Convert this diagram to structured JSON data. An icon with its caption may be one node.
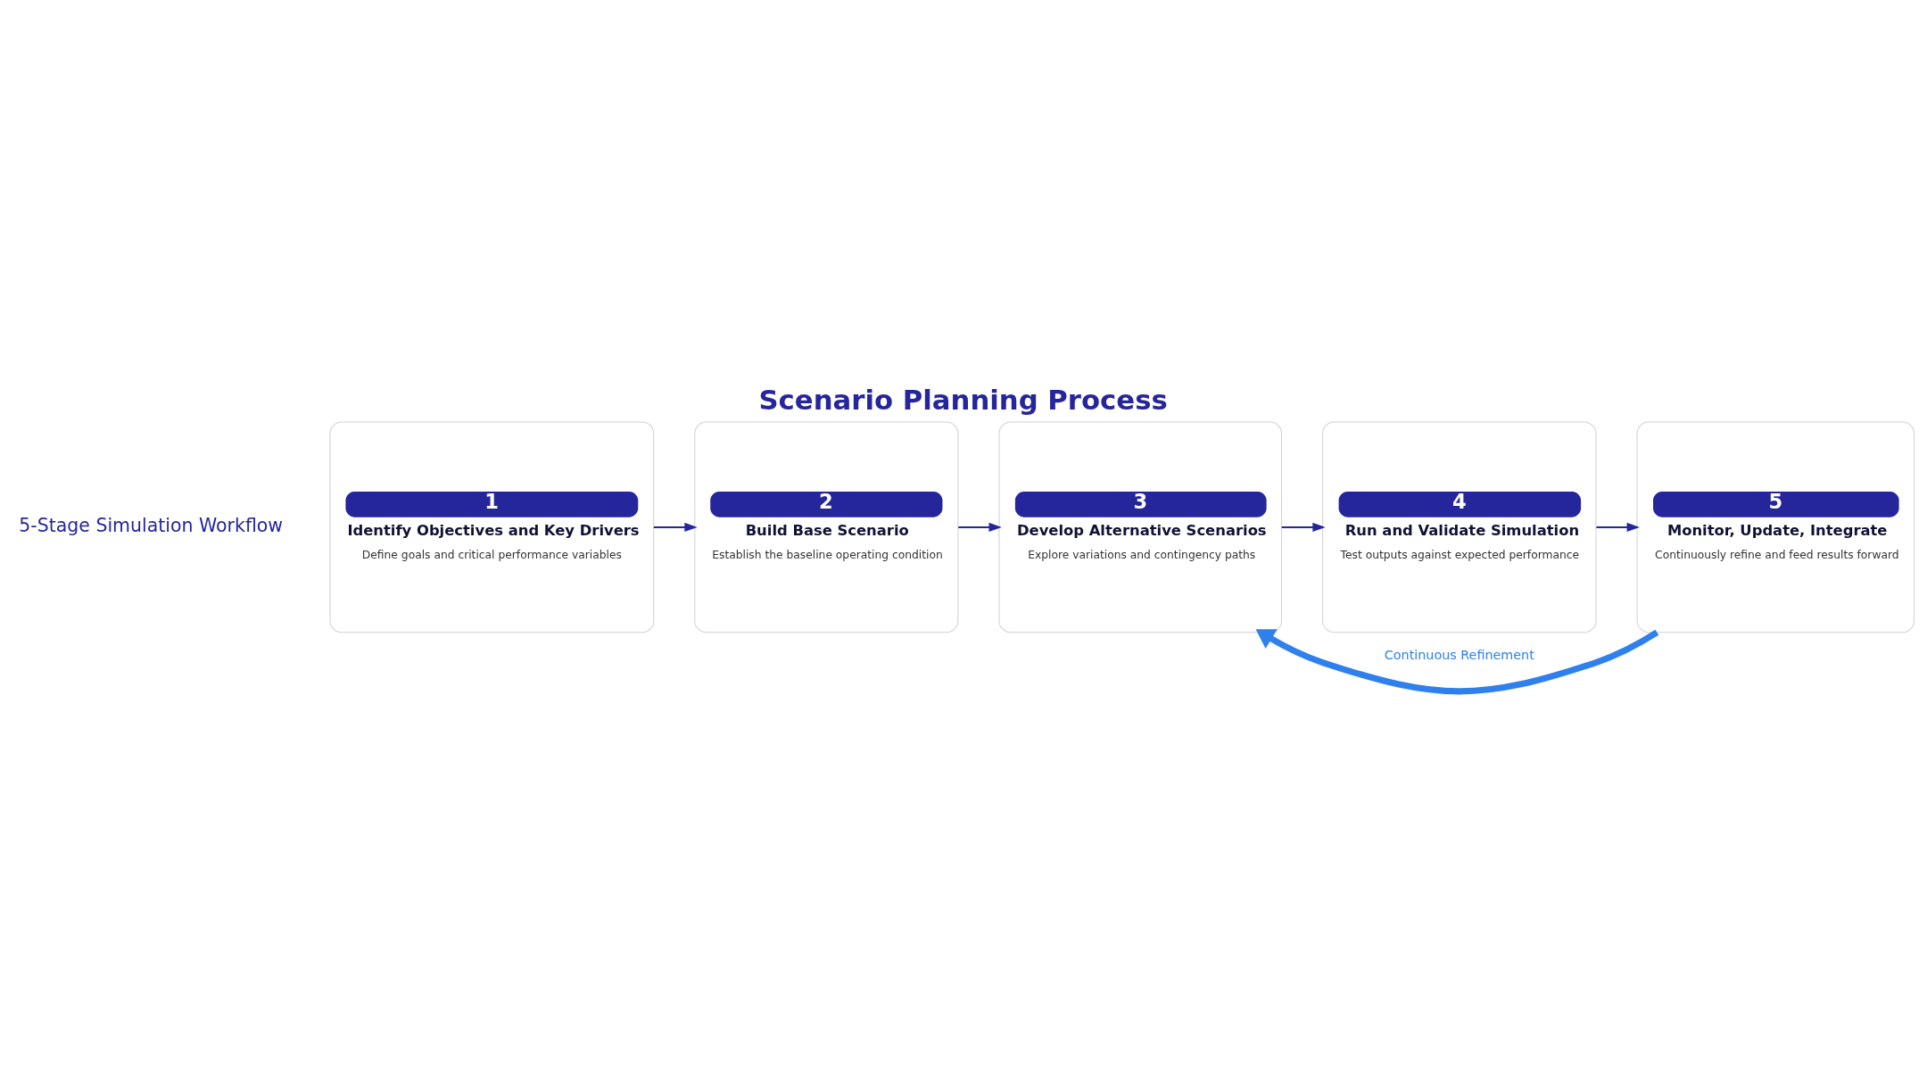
{
  "diagram": {
    "title": "Scenario Planning Process",
    "nodes": [
      {
        "text": [
          "1",
          "Identify Objectives and Key Drivers",
          "Define goals and critical performance variables"
        ]
      },
      {
        "text": [
          "2",
          "Build Base Scenario",
          "Establish the baseline operating condition"
        ]
      },
      {
        "text": [
          "3",
          "Develop Alternative Scenarios",
          "Explore variations and contingency paths"
        ]
      },
      {
        "text": [
          "4",
          "Run and Validate Simulation",
          "Test outputs against expected performance"
        ]
      },
      {
        "text": [
          "5",
          "Monitor, Update, Integrate",
          "Continuously refine and feed results forward"
        ]
      }
    ],
    "edges": [
      {
        "from": 0,
        "to": 1,
        "arrow": "to"
      },
      {
        "from": 1,
        "to": 2,
        "arrow": "to"
      },
      {
        "from": 2,
        "to": 3,
        "arrow": "to"
      },
      {
        "from": 3,
        "to": 4,
        "arrow": "to"
      },
      {
        "from": 4,
        "to": 2,
        "arrow": "to",
        "label": "Continuous Refinement",
        "style": "thick",
        "color": "#2f80ed"
      }
    ],
    "labels": [
      "5-Stage Simulation Workflow"
    ]
  }
}
